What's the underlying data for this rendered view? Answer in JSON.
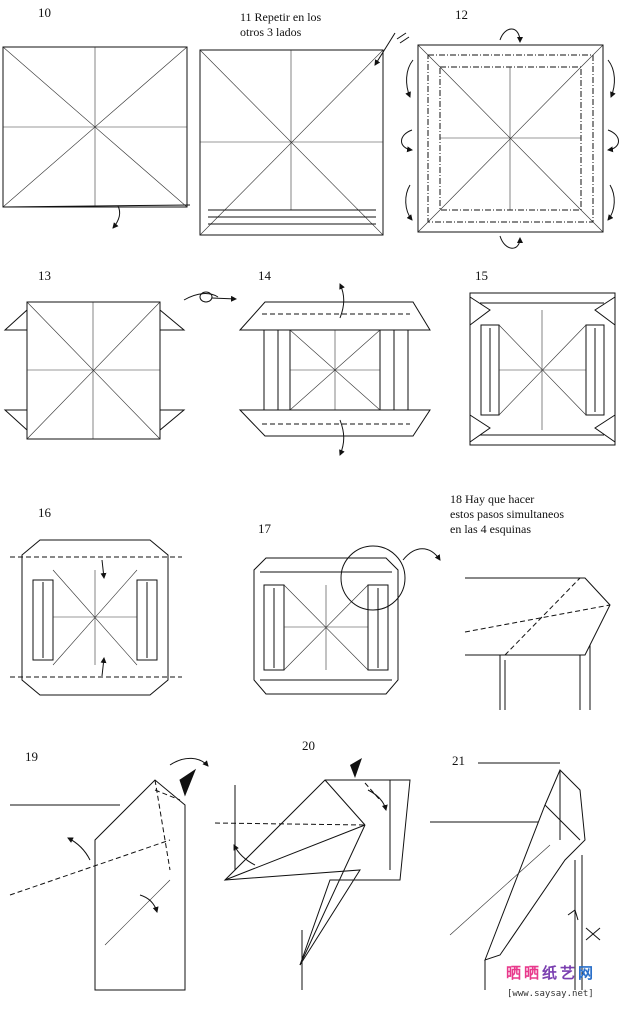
{
  "steps": [
    {
      "number": "10"
    },
    {
      "number": "11",
      "note_lines": [
        "11 Repetir en los",
        "otros 3 lados"
      ]
    },
    {
      "number": "12"
    },
    {
      "number": "13"
    },
    {
      "number": "14"
    },
    {
      "number": "15"
    },
    {
      "number": "16"
    },
    {
      "number": "17"
    },
    {
      "number": "18",
      "note_lines": [
        "18 Hay que hacer",
        "estos pasos simultaneos",
        "en las 4 esquinas"
      ]
    },
    {
      "number": "19"
    },
    {
      "number": "20"
    },
    {
      "number": "21"
    }
  ],
  "watermark": {
    "chars": [
      "晒",
      "晒",
      "纸",
      "艺",
      "网"
    ],
    "colors": [
      "#e8398c",
      "#e8398c",
      "#7a3fb0",
      "#7a3fb0",
      "#2a6fc9"
    ],
    "url": "[www.saysay.net]"
  }
}
